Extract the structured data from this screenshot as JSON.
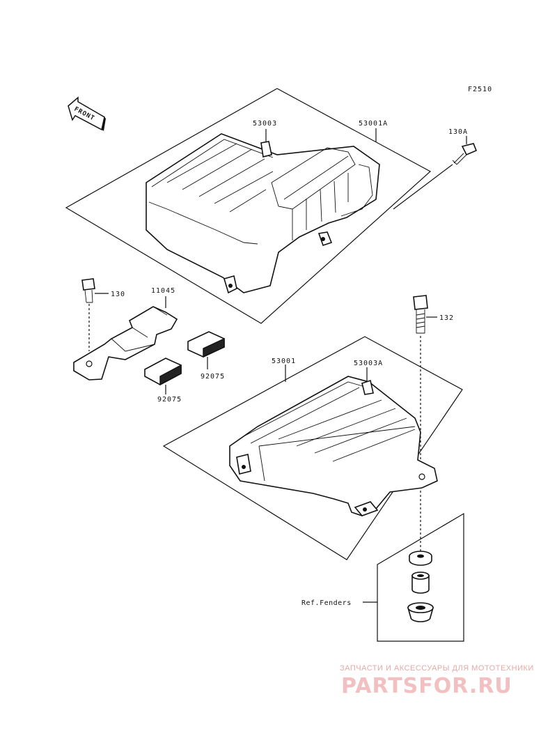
{
  "figure_code": "F2510",
  "front_label": "FRONT",
  "callouts": {
    "p53003": "53003",
    "p53001A": "53001A",
    "p130A": "130A",
    "p130": "130",
    "p11045": "11045",
    "p132": "132",
    "p53001": "53001",
    "p53003A": "53003A",
    "p92075_right": "92075",
    "p92075_left": "92075",
    "ref_fenders": "Ref.Fenders"
  },
  "watermark": {
    "tagline": "ЗАПЧАСТИ И АКСЕССУАРЫ ДЛЯ МОТОТЕХНИКИ",
    "logo": "PARTSFOR.RU"
  }
}
